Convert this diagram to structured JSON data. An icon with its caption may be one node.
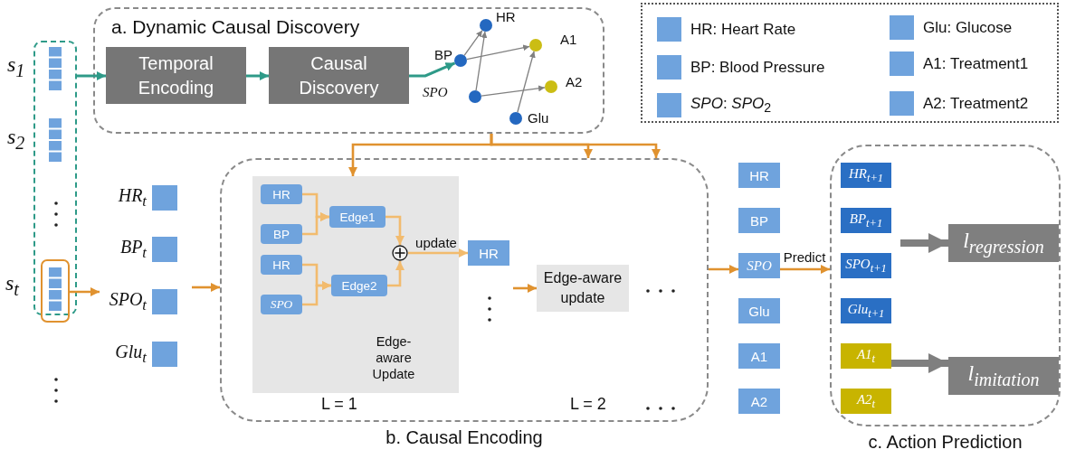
{
  "diagram": {
    "nodes": [
      {
        "text": [
          "a. Dynamic Causal Discovery"
        ]
      },
      {
        "text": [
          "Temporal Encoding"
        ],
        "in": 0
      },
      {
        "text": [
          "Causal Discovery"
        ],
        "in": 0
      },
      {
        "text": [],
        "shape": "circle",
        "in": 0,
        "beside": [
          "HR"
        ]
      },
      {
        "text": [],
        "shape": "circle",
        "in": 0,
        "beside": [
          "BP"
        ]
      },
      {
        "text": [],
        "shape": "circle",
        "in": 0,
        "beside": [
          "A1"
        ]
      },
      {
        "text": [],
        "shape": "circle",
        "in": 0,
        "beside": [
          "SPO"
        ]
      },
      {
        "text": [],
        "shape": "circle",
        "in": 0,
        "beside": [
          "A2"
        ]
      },
      {
        "text": [],
        "shape": "circle",
        "in": 0,
        "beside": [
          "Glu"
        ]
      },
      {
        "text": [],
        "shape": "box"
      },
      {
        "text": [],
        "shape": "box",
        "in": 9,
        "beside": [
          "s$_{t}$"
        ]
      },
      {
        "text": [
          "HR$_{t}$"
        ]
      },
      {
        "text": [
          "BP$_{t}$"
        ]
      },
      {
        "text": [
          "SPO$_{t}$"
        ]
      },
      {
        "text": [
          "Glu$_{t}$"
        ]
      },
      {
        "text": [
          "b. Causal Encoding"
        ]
      },
      {
        "text": [
          "Edge-aware Update"
        ],
        "in": 15
      },
      {
        "text": [
          "HR"
        ],
        "in": 16
      },
      {
        "text": [
          "BP"
        ],
        "in": 16
      },
      {
        "text": [
          "HR"
        ],
        "in": 16
      },
      {
        "text": [
          "SPO"
        ],
        "in": 16
      },
      {
        "text": [
          "Edge1"
        ],
        "in": 16
      },
      {
        "text": [
          "Edge2"
        ],
        "in": 16
      },
      {
        "text": [],
        "shape": "circle",
        "in": 16
      },
      {
        "text": [
          "HR"
        ],
        "in": 15
      },
      {
        "text": [
          "Edge-aware update"
        ],
        "in": 15
      },
      {
        "text": [
          "HR"
        ]
      },
      {
        "text": [
          "BP"
        ]
      },
      {
        "text": [
          "SPO"
        ]
      },
      {
        "text": [
          "Glu"
        ]
      },
      {
        "text": [
          "A1"
        ]
      },
      {
        "text": [
          "A2"
        ]
      },
      {
        "text": [
          "c. Action Prediction"
        ]
      },
      {
        "text": [
          "HR$_{t+1}$"
        ],
        "in": 32
      },
      {
        "text": [
          "BP$_{t+1}$"
        ],
        "in": 32
      },
      {
        "text": [
          "SPO$_{t+1}$"
        ],
        "in": 32
      },
      {
        "text": [
          "Glu$_{t+1}$"
        ],
        "in": 32
      },
      {
        "text": [
          "A1$_{t}$"
        ],
        "in": 32
      },
      {
        "text": [
          "A2$_{t}$"
        ],
        "in": 32
      },
      {
        "text": [
          "l$_{regression}$"
        ],
        "in": 32
      },
      {
        "text": [
          "l$_{imitation}$"
        ],
        "in": 32
      }
    ],
    "edges": [
      {
        "from": 9,
        "to": 1,
        "arrow": "to",
        "color": "#2e9a88"
      },
      {
        "from": 1,
        "to": 2,
        "arrow": "to",
        "color": "#2e9a88"
      },
      {
        "from": 2,
        "to": 4,
        "arrow": "to",
        "color": "#2e9a88"
      },
      {
        "from": 4,
        "to": 3,
        "arrow": "to",
        "color": "#808080"
      },
      {
        "from": 6,
        "to": 3,
        "arrow": "to",
        "color": "#808080"
      },
      {
        "from": 4,
        "to": 5,
        "arrow": "to",
        "color": "#808080"
      },
      {
        "from": 8,
        "to": 5,
        "arrow": "to",
        "color": "#808080"
      },
      {
        "from": 6,
        "to": 7,
        "arrow": "to",
        "color": "#808080"
      },
      {
        "from": 0,
        "to": 16,
        "arrow": "to"
      },
      {
        "from": 0,
        "to": 15,
        "arrow": "to"
      },
      {
        "from": 0,
        "to": 15,
        "arrow": "to"
      },
      {
        "from": 10,
        "to": 13,
        "arrow": "to"
      },
      {
        "from": null,
        "to": 15,
        "arrow": "to"
      },
      {
        "from": 17,
        "to": 21,
        "arrow": "to",
        "color": "#f2bb6e"
      },
      {
        "from": 18,
        "to": 21,
        "arrow": "to",
        "color": "#f2bb6e"
      },
      {
        "from": 19,
        "to": 22,
        "arrow": "to",
        "color": "#f2bb6e"
      },
      {
        "from": 20,
        "to": 22,
        "arrow": "to",
        "color": "#f2bb6e"
      },
      {
        "from": 21,
        "to": 23,
        "arrow": "to",
        "color": "#f2bb6e"
      },
      {
        "from": 22,
        "to": 23,
        "arrow": "to",
        "color": "#f2bb6e"
      },
      {
        "from": 23,
        "to": 24,
        "arrow": "to",
        "label": "update",
        "color": "#f2bb6e"
      },
      {
        "from": null,
        "to": 25,
        "arrow": "to"
      },
      {
        "from": 15,
        "to": 28,
        "arrow": "to"
      },
      {
        "from": 28,
        "to": 32,
        "arrow": "to",
        "label": "Predict"
      },
      {
        "from": null,
        "to": 39,
        "arrow": "to",
        "style": "thick",
        "color": "#7f7f7f"
      },
      {
        "from": 37,
        "to": 40,
        "arrow": "to",
        "style": "thick",
        "color": "#7f7f7f"
      }
    ],
    "labels": [
      "s$_{1}$",
      "s$_{2}$",
      "L = 1",
      "L = 2"
    ],
    "legend": [
      {
        "text": "HR: Heart Rate",
        "color": "#6fa3dd"
      },
      {
        "text": "Glu: Glucose",
        "color": "#6fa3dd"
      },
      {
        "text": "BP: Blood Pressure",
        "color": "#6fa3dd"
      },
      {
        "text": "A1: Treatment1",
        "color": "#6fa3dd"
      },
      {
        "text": "*SPO*: *SPO*$_{2}$",
        "color": "#6fa3dd"
      },
      {
        "text": "A2: Treatment2",
        "color": "#6fa3dd"
      }
    ]
  }
}
